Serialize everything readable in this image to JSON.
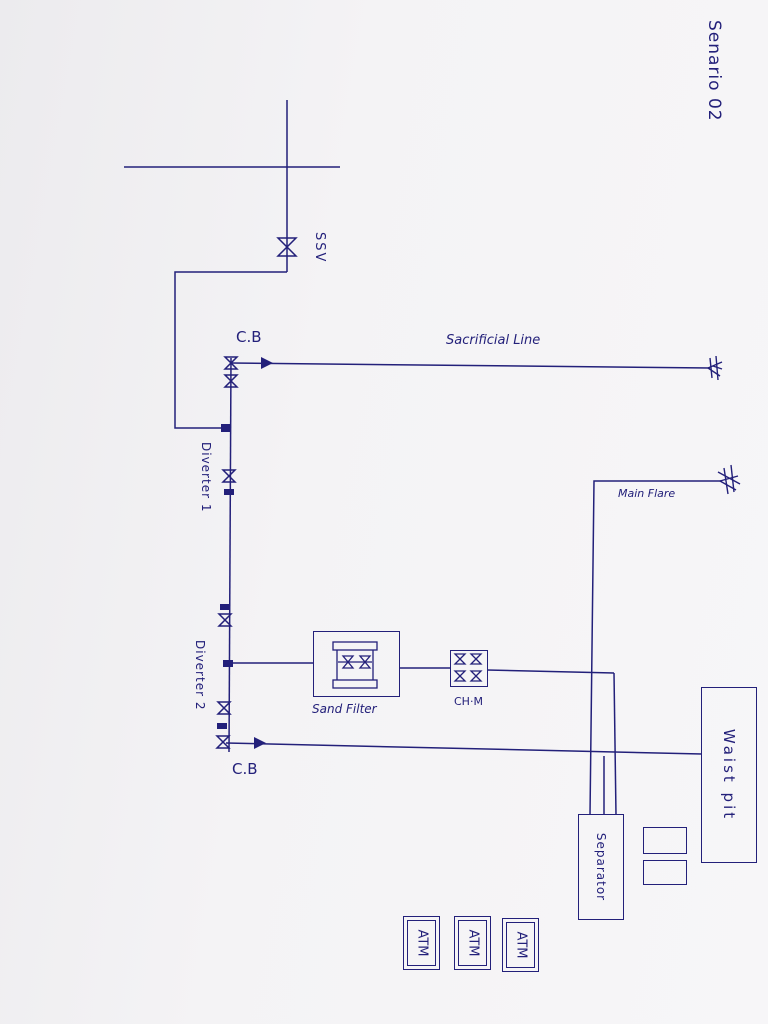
{
  "title": "Senario 02",
  "labels": {
    "ssv": "SSV",
    "cb_top": "C.B",
    "cb_bottom": "C.B",
    "sacrificial_line": "Sacrificial Line",
    "main_flare": "Main Flare",
    "diverter_1": "Diverter 1",
    "diverter_2": "Diverter 2",
    "sand_filter": "Sand Filter",
    "ch_m": "CH·M",
    "separator": "Separator",
    "waist_pit": "Waist pit"
  },
  "atm_tanks": [
    "ATM",
    "ATM",
    "ATM"
  ],
  "colors": {
    "ink": "#23207a",
    "paper": "#f1f0f2"
  }
}
